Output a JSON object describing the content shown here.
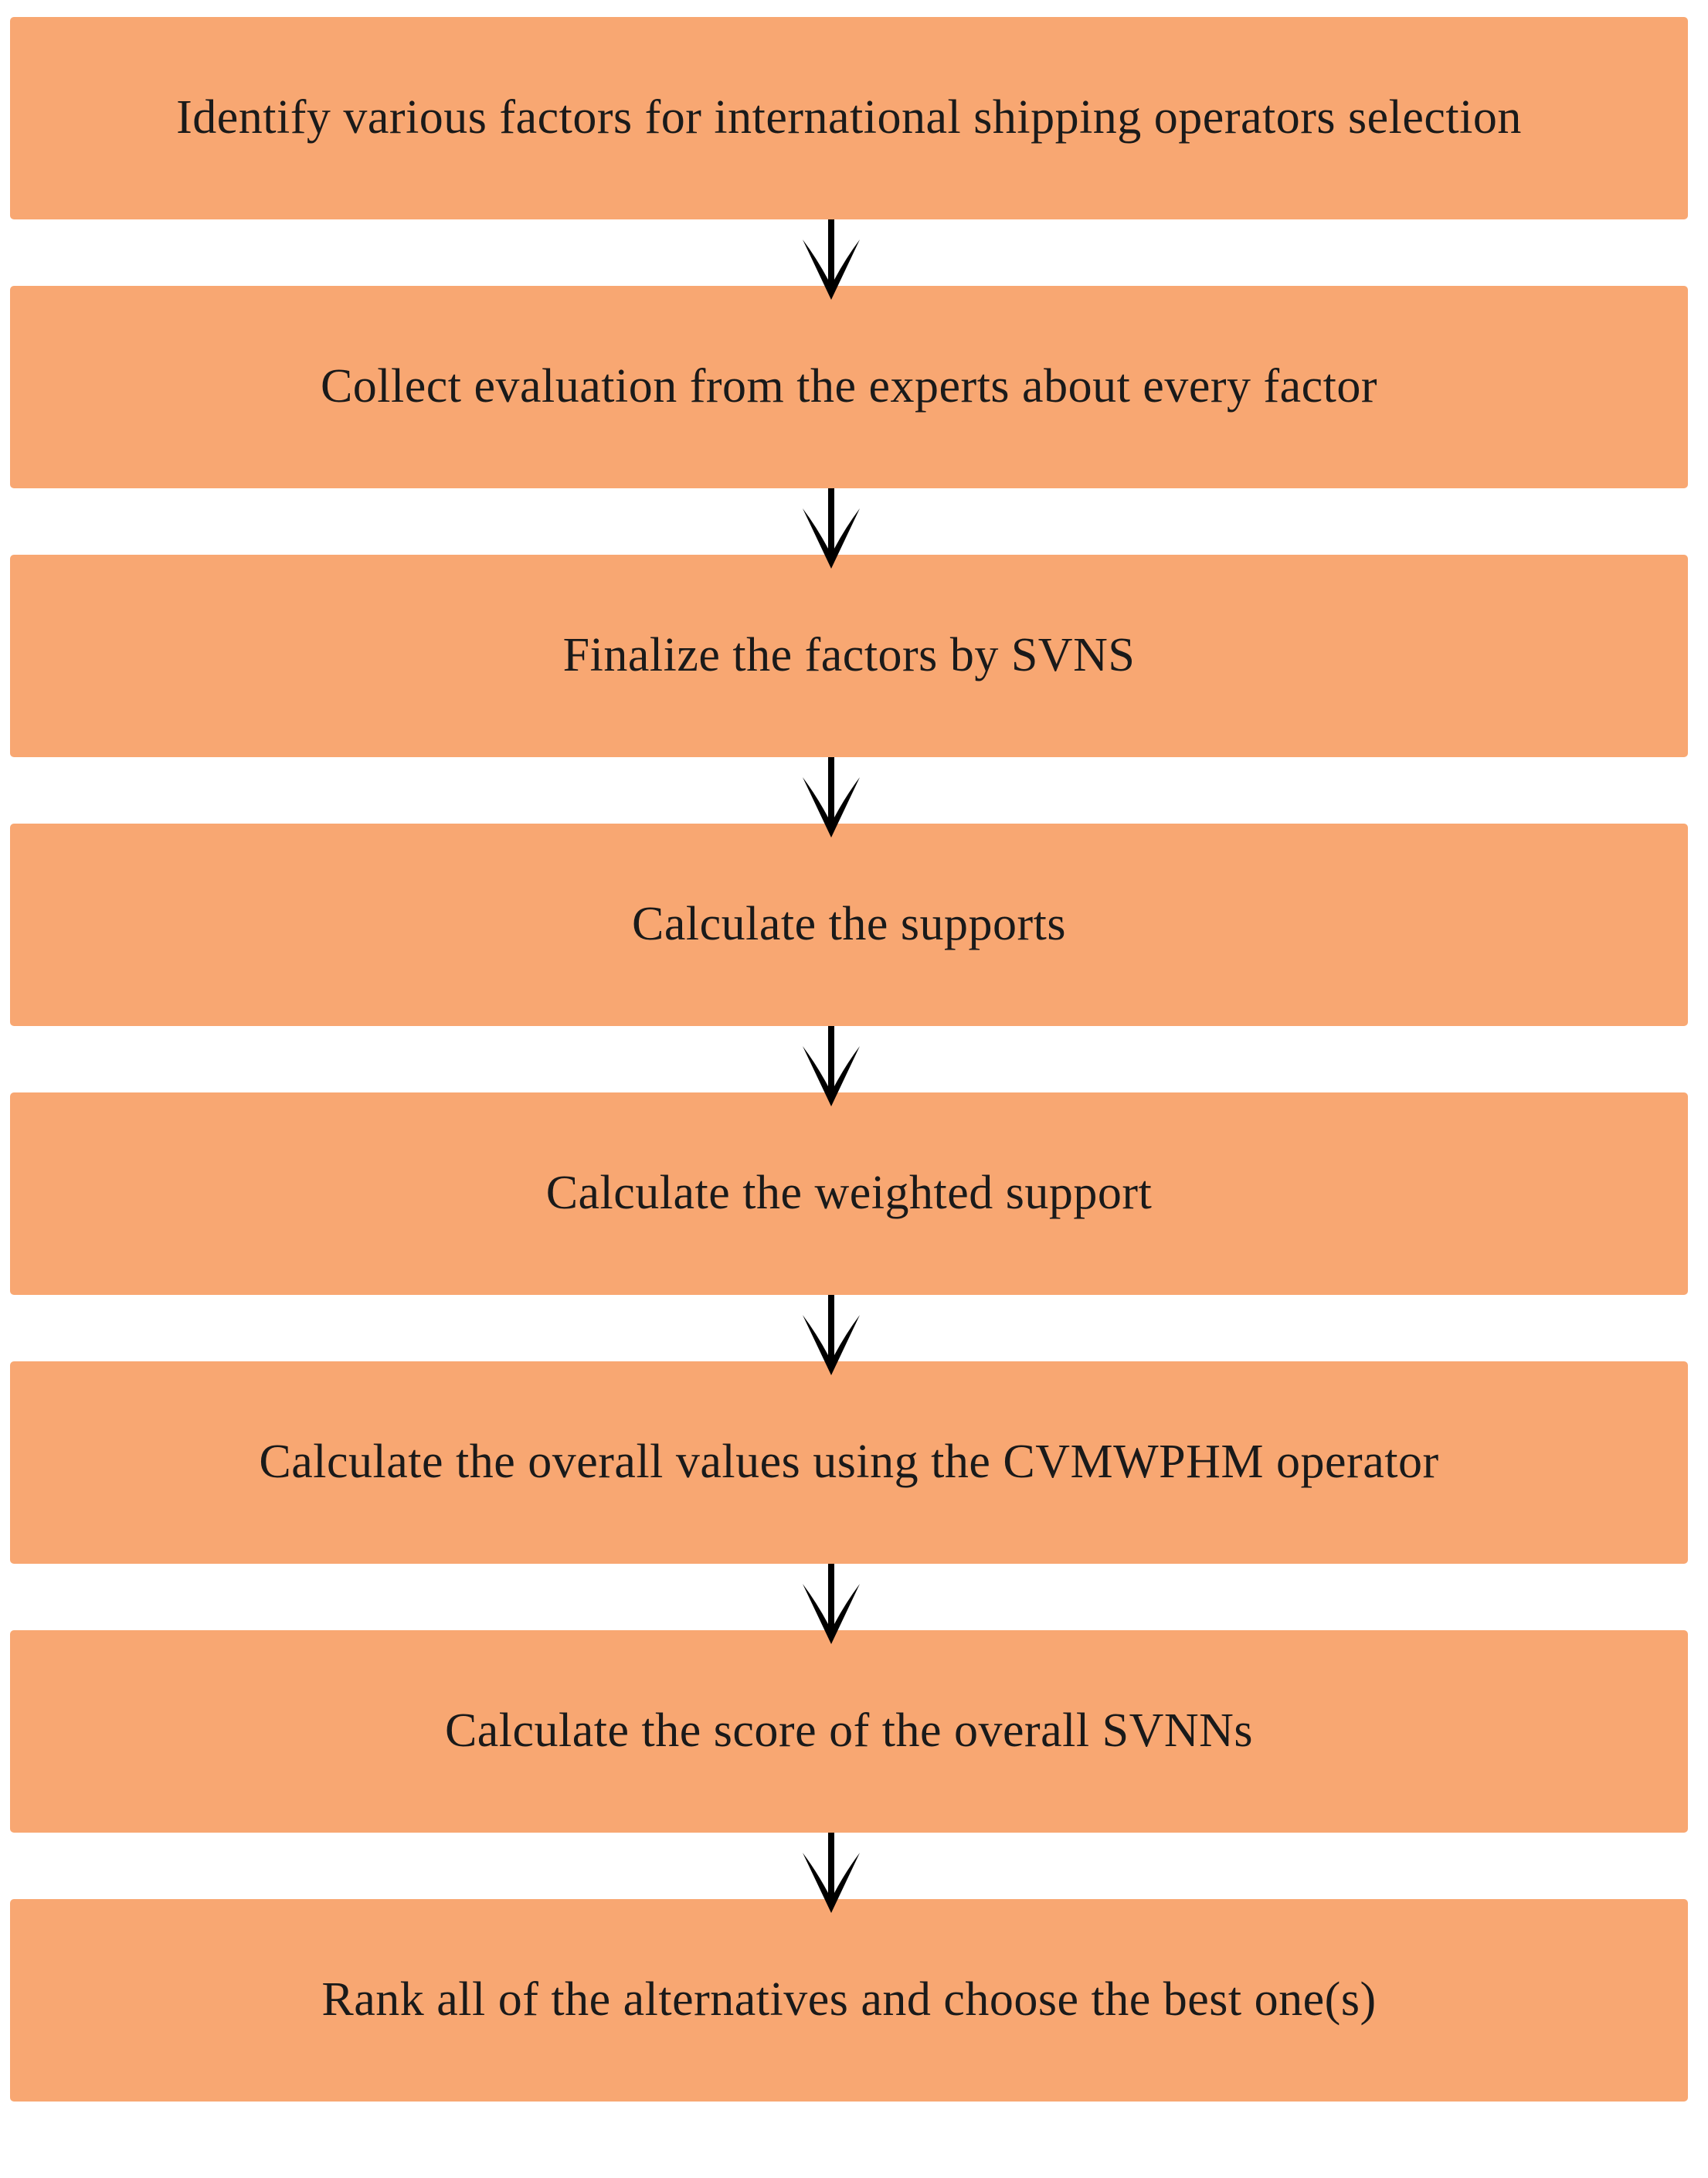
{
  "flowchart": {
    "colors": {
      "box_fill": "#F8A772",
      "text": "#1a1a1a",
      "arrow": "#000000",
      "background": "#ffffff"
    },
    "arrow_icon": "down-arrow-icon",
    "steps": [
      "Identify various factors for international shipping operators selection",
      "Collect evaluation from the experts about every factor",
      "Finalize the factors by SVNS",
      "Calculate the supports",
      "Calculate the weighted support",
      "Calculate the overall values using the CVMWPHM operator",
      "Calculate the score of the overall SVNNs",
      "Rank all of the alternatives and choose the best one(s)"
    ]
  }
}
